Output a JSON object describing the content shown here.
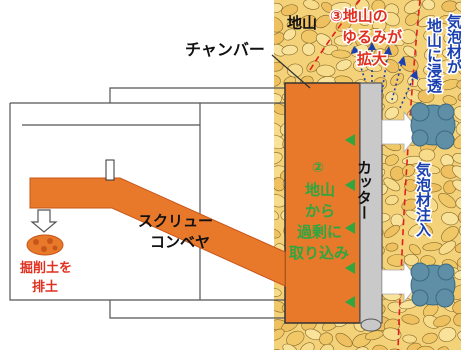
{
  "labels": {
    "ground": "地山",
    "chamber": "チャンバー",
    "loosening_line1": "③地山の",
    "loosening_line2": "ゆるみが",
    "loosening_line3": "拡大",
    "infiltration_line1": "地山に浸透",
    "infiltration_partial": "気泡材が",
    "step2_num": "②",
    "excess_line1": "地山",
    "excess_line2": "から",
    "excess_line3": "過剰に",
    "excess_line4": "取り込み",
    "cutter": "カッター",
    "foam_injection": "気泡材注入",
    "screw_line1": "スクリュー",
    "screw_line2": "コンベヤ",
    "discharge_line1": "掘削土を",
    "discharge_line2": "排土"
  },
  "colors": {
    "orange": "#e8782a",
    "orange_dark": "#c8561a",
    "ground_fill": "#f3d27a",
    "stone_edge": "#8a6a2a",
    "cutter_gray": "#c9c9c9",
    "green_arrow": "#2fa640",
    "blue_text": "#1a3fb0",
    "red_dash": "#e02020",
    "red_text": "#e03020",
    "foam_blue": "#5f8fa6"
  }
}
